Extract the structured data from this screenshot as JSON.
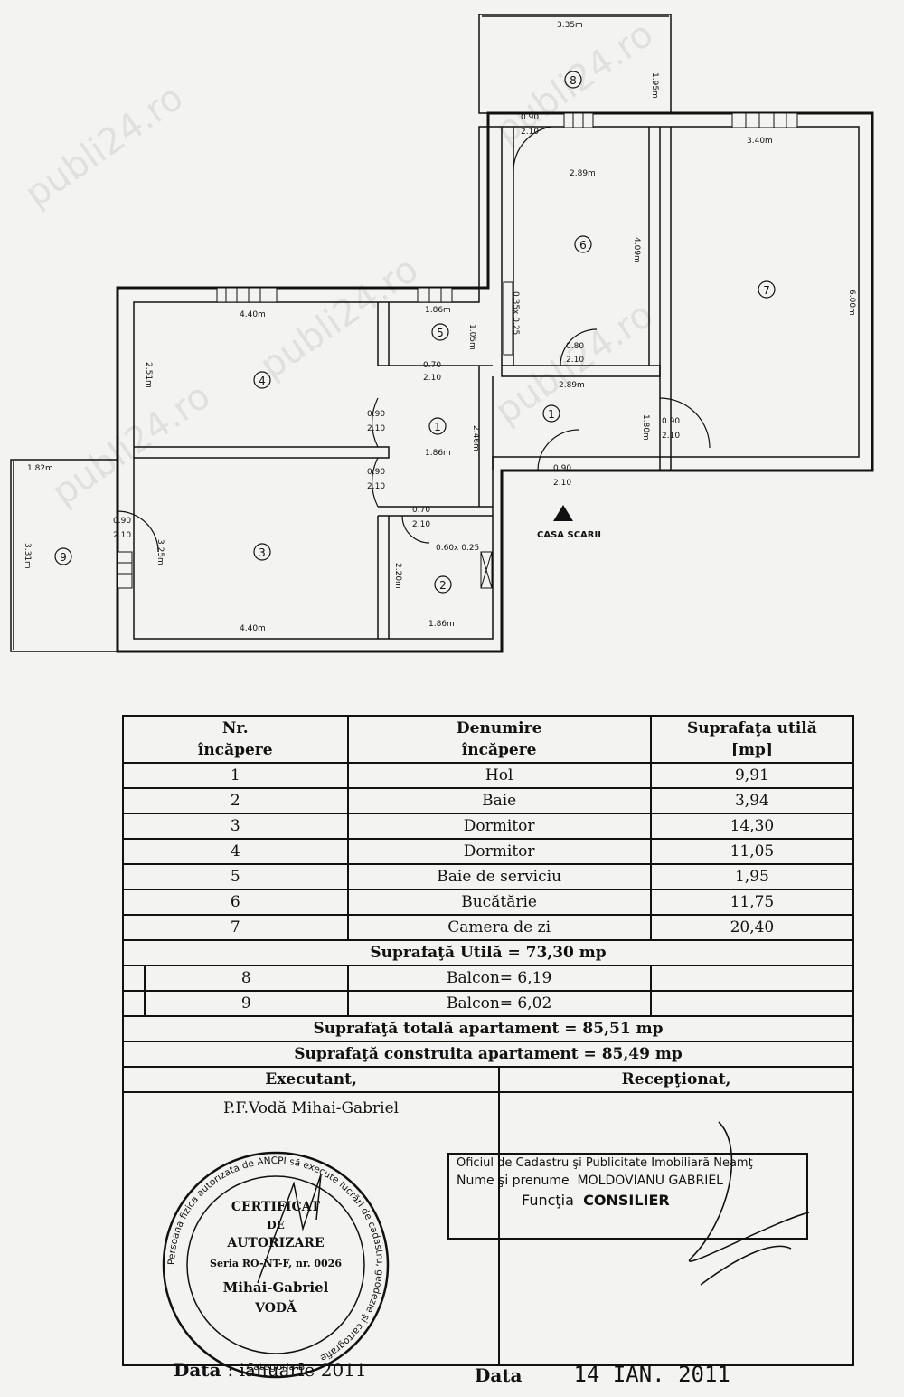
{
  "plan": {
    "dimensions": [
      "3.35m",
      "1.95m",
      "0.90",
      "2.10",
      "2.89m",
      "4.09m",
      "3.40m",
      "6.00m",
      "0.35x 0.25",
      "0.80",
      "2.10",
      "4.40m",
      "2.51m",
      "1.86m",
      "1.05m",
      "0.70",
      "2.10",
      "0.90",
      "2.10",
      "2.89m",
      "1.80m",
      "0.90",
      "2.10",
      "2.46m",
      "1.86m",
      "0.90",
      "2.10",
      "0.90",
      "2.10",
      "0.70",
      "2.10",
      "0.60x 0.25",
      "1.82m",
      "0.90",
      "2.10",
      "3.31m",
      "3.25m",
      "2.20m",
      "4.40m",
      "1.86m",
      "0.90",
      "2.10"
    ],
    "room_numbers": [
      "8",
      "6",
      "7",
      "5",
      "4",
      "1",
      "1",
      "3",
      "2",
      "9"
    ],
    "stair_label": "CASA SCARII",
    "watermark": "publi24.ro"
  },
  "table": {
    "header": {
      "nr": "Nr.\nîncăpere",
      "name": "Denumire\nîncăpere",
      "area": "Suprafaţa utilă\n[mp]"
    },
    "rooms": [
      {
        "nr": "1",
        "name": "Hol",
        "area": "9,91"
      },
      {
        "nr": "2",
        "name": "Baie",
        "area": "3,94"
      },
      {
        "nr": "3",
        "name": "Dormitor",
        "area": "14,30"
      },
      {
        "nr": "4",
        "name": "Dormitor",
        "area": "11,05"
      },
      {
        "nr": "5",
        "name": "Baie de serviciu",
        "area": "1,95"
      },
      {
        "nr": "6",
        "name": "Bucătărie",
        "area": "11,75"
      },
      {
        "nr": "7",
        "name": "Camera de zi",
        "area": "20,40"
      }
    ],
    "useful_total": "Suprafaţă Utilă = 73,30 mp",
    "balconies": [
      {
        "nr": "8",
        "name": "Balcon= 6,19"
      },
      {
        "nr": "9",
        "name": "Balcon= 6,02"
      }
    ],
    "total_area": "Suprafaţă totală apartament = 85,51 mp",
    "built_area": "Suprafaţă construita apartament = 85,49  mp",
    "executant_label": "Executant,",
    "receptionat_label": "Recepţionat,",
    "executant_name": "P.F.Vodă Mihai-Gabriel",
    "stamp": {
      "ring_text": "Persoana fizica autorizata de ANCPI să execute lucrări de cadastru, geodezie şi cartografie",
      "line1": "CERTIFICAT",
      "line2": "DE",
      "line3": "AUTORIZARE",
      "series": "Seria RO-NT-F, nr. 0026",
      "name1": "Mihai-Gabriel",
      "name2": "VODĂ",
      "category": "Categoria B"
    },
    "ocpi": {
      "office": "Oficiul de Cadastru şi Publicitate Imobiliară Neamţ",
      "name_label": "Nume şi prenume",
      "name_value": "MOLDOVIANU GABRIEL",
      "function_label": "Funcţia",
      "function_value": "CONSILIER"
    },
    "date_left_label": "Data",
    "date_left_value": ": ianuarie 2011",
    "date_right_label": "Data",
    "date_right_value": "14 IAN. 2011"
  }
}
